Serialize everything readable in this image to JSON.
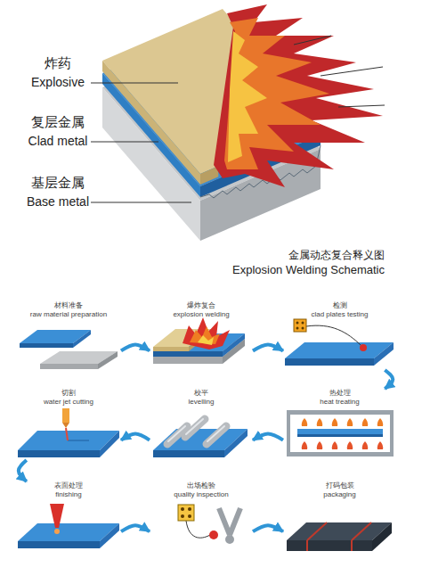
{
  "diagram": {
    "nodes": [
      {
        "text": [
          "材料准备",
          "raw material preparation"
        ]
      },
      {
        "text": [
          "爆炸复合",
          "explosion welding"
        ]
      },
      {
        "text": [
          "检测",
          "clad plates testing"
        ]
      },
      {
        "text": [
          "切割",
          "water jet cutting"
        ]
      },
      {
        "text": [
          "校平",
          "levelling"
        ]
      },
      {
        "text": [
          "热处理",
          "heat treating"
        ]
      },
      {
        "text": [
          "表面处理",
          "finishing"
        ]
      },
      {
        "text": [
          "出场检验",
          "quality inspection"
        ]
      },
      {
        "text": [
          "打码包装",
          "packaging"
        ]
      }
    ],
    "edges": [
      {
        "from": 0,
        "to": 1,
        "arrow": "to"
      },
      {
        "from": 1,
        "to": 2,
        "arrow": "to"
      },
      {
        "from": 2,
        "to": 5,
        "arrow": "to"
      },
      {
        "from": 5,
        "to": 4,
        "arrow": "to"
      },
      {
        "from": 4,
        "to": 3,
        "arrow": "to"
      },
      {
        "from": 3,
        "to": 6,
        "arrow": "to"
      },
      {
        "from": 6,
        "to": 7,
        "arrow": "to"
      },
      {
        "from": 7,
        "to": 8,
        "arrow": "to"
      }
    ],
    "labels": [
      "炸药",
      "Explosive",
      "复层金属",
      "Clad metal",
      "基层金属",
      "Base metal",
      "金属动态复合释义图",
      "Explosion Welding Schematic"
    ]
  }
}
